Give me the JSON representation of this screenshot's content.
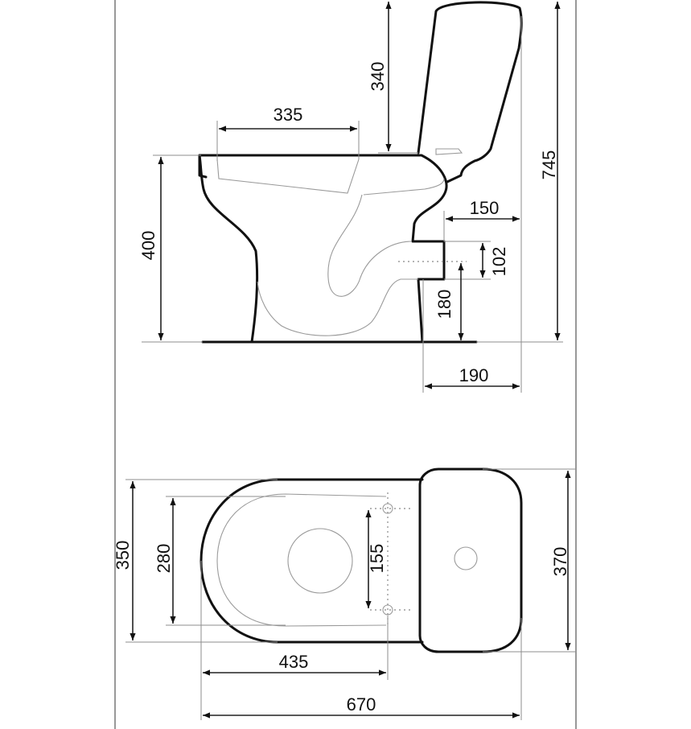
{
  "side_view": {
    "dimensions": {
      "seat_opening_width": "335",
      "tank_height": "340",
      "total_height": "745",
      "bowl_height": "400",
      "outlet_depth": "150",
      "outlet_diameter": "102",
      "outlet_height": "180",
      "outlet_offset": "190"
    }
  },
  "top_view": {
    "dimensions": {
      "bowl_width": "350",
      "seat_width": "280",
      "mount_hole_spacing": "155",
      "tank_width": "370",
      "bowl_to_holes": "435",
      "total_length": "670"
    }
  }
}
